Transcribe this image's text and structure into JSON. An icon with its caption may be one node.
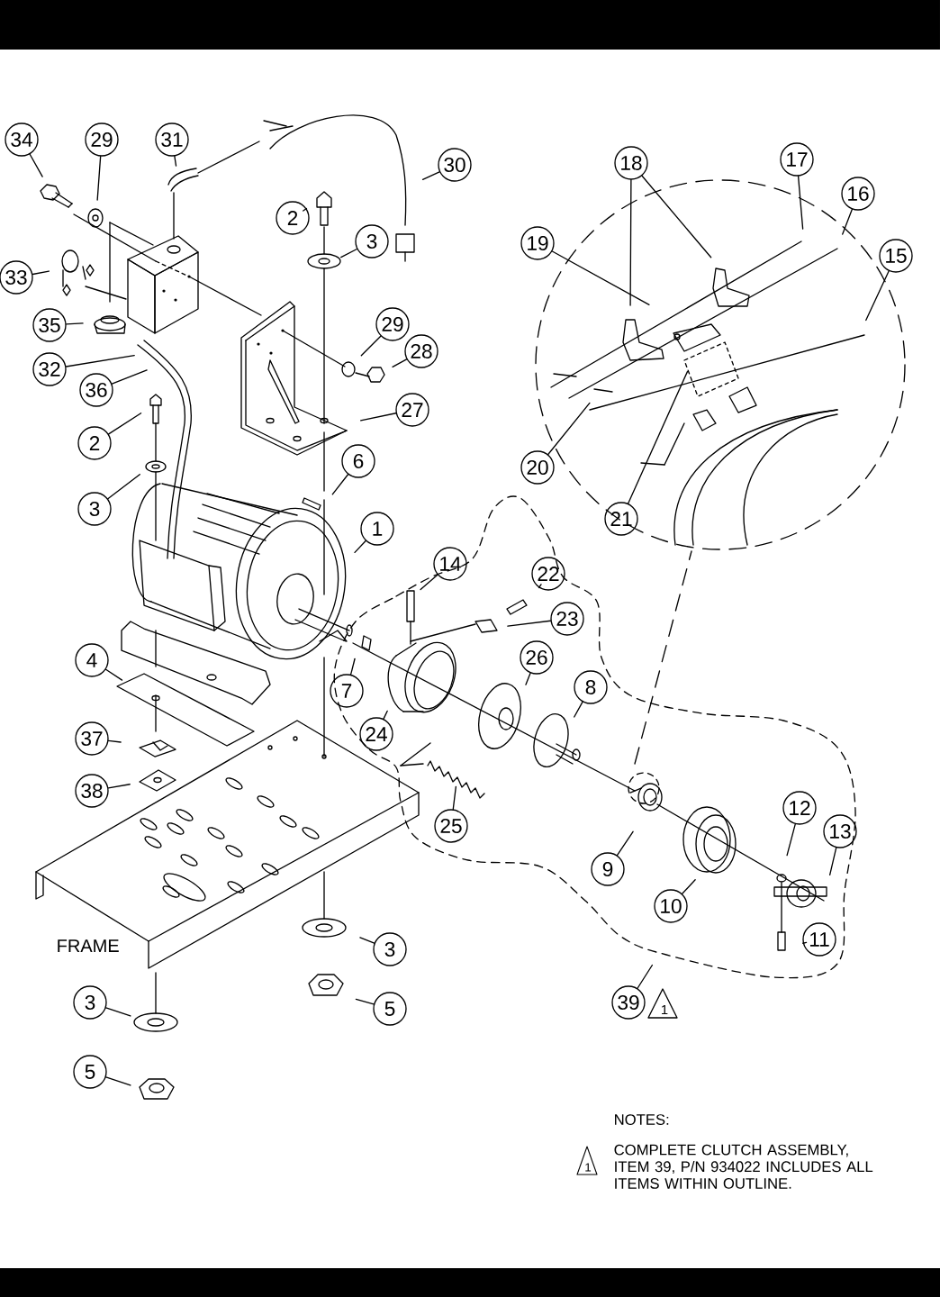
{
  "diagram": {
    "nodes": [
      {
        "text": [
          "34"
        ]
      },
      {
        "text": [
          "29"
        ]
      },
      {
        "text": [
          "31"
        ]
      },
      {
        "text": [
          "18"
        ]
      },
      {
        "text": [
          "17"
        ]
      },
      {
        "text": [
          "30"
        ]
      },
      {
        "text": [
          "16"
        ]
      },
      {
        "text": [
          "2"
        ]
      },
      {
        "text": [
          "3"
        ]
      },
      {
        "text": [
          "15"
        ]
      },
      {
        "text": [
          "19"
        ]
      },
      {
        "text": [
          "33"
        ]
      },
      {
        "text": [
          "35"
        ]
      },
      {
        "text": [
          "29"
        ]
      },
      {
        "text": [
          "28"
        ]
      },
      {
        "text": [
          "32"
        ]
      },
      {
        "text": [
          "36"
        ]
      },
      {
        "text": [
          "27"
        ]
      },
      {
        "text": [
          "2"
        ]
      },
      {
        "text": [
          "20"
        ]
      },
      {
        "text": [
          "6"
        ]
      },
      {
        "text": [
          "3"
        ]
      },
      {
        "text": [
          "21"
        ]
      },
      {
        "text": [
          "1"
        ]
      },
      {
        "text": [
          "14"
        ]
      },
      {
        "text": [
          "22"
        ]
      },
      {
        "text": [
          "23"
        ]
      },
      {
        "text": [
          "26"
        ]
      },
      {
        "text": [
          "4"
        ]
      },
      {
        "text": [
          "8"
        ]
      },
      {
        "text": [
          "7"
        ]
      },
      {
        "text": [
          "24"
        ]
      },
      {
        "text": [
          "37"
        ]
      },
      {
        "text": [
          "38"
        ]
      },
      {
        "text": [
          "12"
        ]
      },
      {
        "text": [
          "25"
        ]
      },
      {
        "text": [
          "13"
        ]
      },
      {
        "text": [
          "9"
        ]
      },
      {
        "text": [
          "10"
        ]
      },
      {
        "text": [
          "11"
        ]
      },
      {
        "text": [
          "3"
        ]
      },
      {
        "text": [
          "39"
        ],
        "beside": [
          "1"
        ]
      },
      {
        "text": [
          "3"
        ]
      },
      {
        "text": [
          "5"
        ]
      },
      {
        "text": [
          "5"
        ]
      }
    ],
    "edges": [
      {
        "from": 0,
        "to": null,
        "arrow": "none"
      },
      {
        "from": 1,
        "to": null,
        "arrow": "none"
      },
      {
        "from": 2,
        "to": null,
        "arrow": "none"
      },
      {
        "from": 3,
        "to": null,
        "arrow": "none"
      },
      {
        "from": 3,
        "to": null,
        "arrow": "none"
      },
      {
        "from": 4,
        "to": null,
        "arrow": "none"
      },
      {
        "from": 5,
        "to": null,
        "arrow": "none"
      },
      {
        "from": 6,
        "to": null,
        "arrow": "none"
      },
      {
        "from": 7,
        "to": null,
        "arrow": "none"
      },
      {
        "from": 8,
        "to": null,
        "arrow": "none"
      },
      {
        "from": 9,
        "to": null,
        "arrow": "none"
      },
      {
        "from": 10,
        "to": null,
        "arrow": "none"
      },
      {
        "from": 11,
        "to": null,
        "arrow": "none"
      },
      {
        "from": 12,
        "to": null,
        "arrow": "none"
      },
      {
        "from": 13,
        "to": null,
        "arrow": "none"
      },
      {
        "from": 14,
        "to": null,
        "arrow": "none"
      },
      {
        "from": 15,
        "to": null,
        "arrow": "none"
      },
      {
        "from": 16,
        "to": null,
        "arrow": "none"
      },
      {
        "from": 17,
        "to": null,
        "arrow": "none"
      },
      {
        "from": 18,
        "to": null,
        "arrow": "none"
      },
      {
        "from": 19,
        "to": null,
        "arrow": "none"
      },
      {
        "from": 20,
        "to": null,
        "arrow": "none"
      },
      {
        "from": 21,
        "to": null,
        "arrow": "none"
      },
      {
        "from": 22,
        "to": null,
        "arrow": "none"
      },
      {
        "from": 23,
        "to": null,
        "arrow": "none"
      },
      {
        "from": 24,
        "to": null,
        "arrow": "none"
      },
      {
        "from": 25,
        "to": null,
        "arrow": "none"
      },
      {
        "from": 26,
        "to": null,
        "arrow": "none"
      },
      {
        "from": 27,
        "to": null,
        "arrow": "none"
      },
      {
        "from": 28,
        "to": null,
        "arrow": "none"
      },
      {
        "from": 29,
        "to": null,
        "arrow": "none"
      },
      {
        "from": 30,
        "to": null,
        "arrow": "none"
      },
      {
        "from": 31,
        "to": null,
        "arrow": "none"
      },
      {
        "from": 32,
        "to": null,
        "arrow": "none"
      },
      {
        "from": 33,
        "to": null,
        "arrow": "none"
      },
      {
        "from": 34,
        "to": null,
        "arrow": "none"
      },
      {
        "from": 35,
        "to": null,
        "arrow": "none"
      },
      {
        "from": 36,
        "to": null,
        "arrow": "none"
      },
      {
        "from": 37,
        "to": null,
        "arrow": "none"
      },
      {
        "from": 38,
        "to": null,
        "arrow": "none"
      },
      {
        "from": 39,
        "to": null,
        "arrow": "none"
      },
      {
        "from": 40,
        "to": null,
        "arrow": "none"
      },
      {
        "from": 41,
        "to": null,
        "arrow": "none"
      },
      {
        "from": 42,
        "to": null,
        "arrow": "none"
      },
      {
        "from": 43,
        "to": null,
        "arrow": "none"
      },
      {
        "from": 44,
        "to": null,
        "arrow": "none"
      }
    ],
    "labels": [
      "FRAME",
      "NOTES:",
      "1",
      "COMPLETE CLUTCH ASSEMBLY, ITEM 39, P/N 934022 INCLUDES ALL ITEMS WITHIN OUTLINE."
    ]
  }
}
